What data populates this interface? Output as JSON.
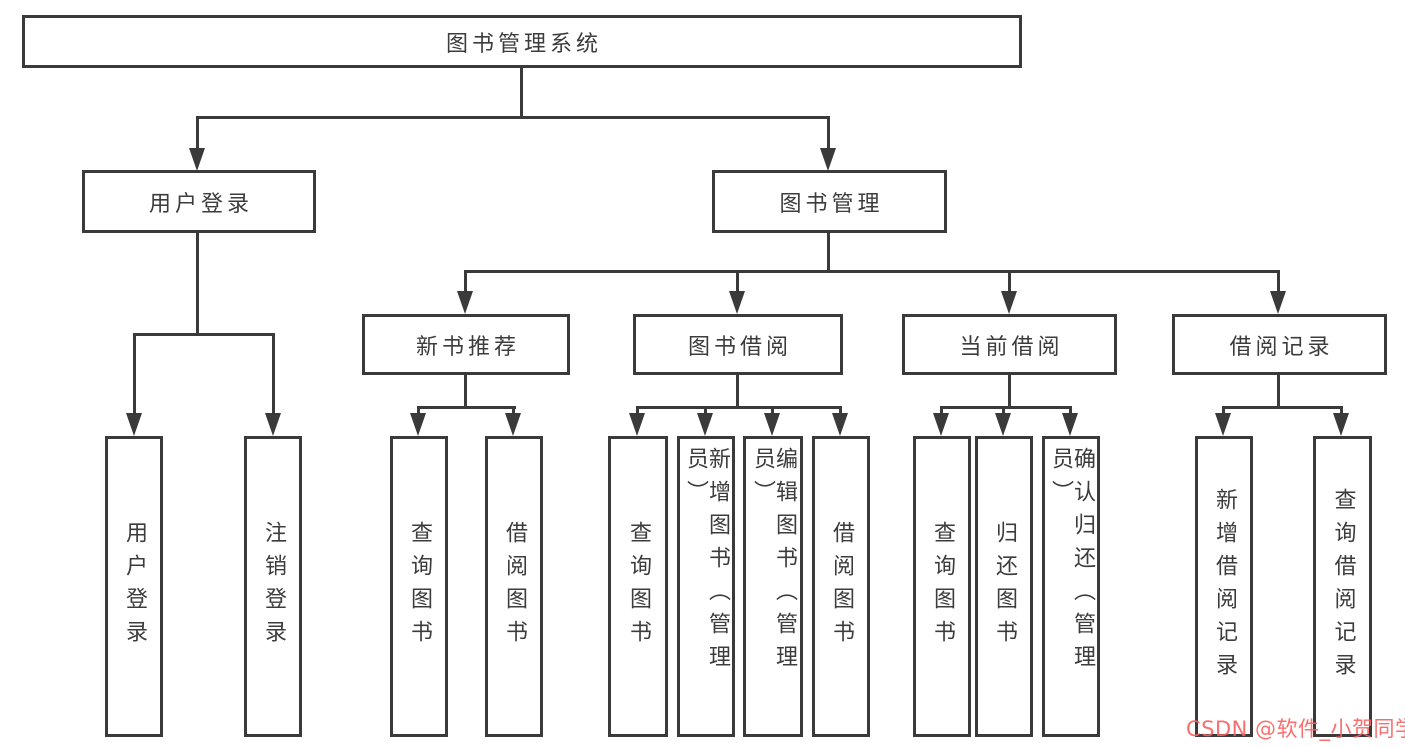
{
  "diagram": {
    "type": "tree",
    "root": {
      "label": "图书管理系统"
    },
    "level2": {
      "user_login": {
        "label": "用户登录"
      },
      "book_mgmt": {
        "label": "图书管理"
      }
    },
    "level3": {
      "new_book": {
        "label": "新书推荐"
      },
      "book_borrow": {
        "label": "图书借阅"
      },
      "current_borrow": {
        "label": "当前借阅"
      },
      "borrow_records": {
        "label": "借阅记录"
      }
    },
    "leaves": {
      "user_login_leaf": {
        "label": "用户登录"
      },
      "logout_leaf": {
        "label": "注销登录"
      },
      "nb_query": {
        "label": "查询图书"
      },
      "nb_borrow": {
        "label": "借阅图书"
      },
      "bb_query": {
        "label": "查询图书"
      },
      "bb_add": {
        "label": "新增图书（管理员）"
      },
      "bb_edit": {
        "label": "编辑图书（管理员）"
      },
      "bb_borrow": {
        "label": "借阅图书"
      },
      "cb_query": {
        "label": "查询图书"
      },
      "cb_return": {
        "label": "归还图书"
      },
      "cb_confirm": {
        "label": "确认归还（管理员）"
      },
      "br_add": {
        "label": "新增借阅记录"
      },
      "br_query": {
        "label": "查询借阅记录"
      }
    },
    "edges": [
      {
        "from": "图书管理系统",
        "to": [
          "用户登录",
          "图书管理"
        ]
      },
      {
        "from": "用户登录",
        "to": [
          "用户登录",
          "注销登录"
        ]
      },
      {
        "from": "图书管理",
        "to": [
          "新书推荐",
          "图书借阅",
          "当前借阅",
          "借阅记录"
        ]
      },
      {
        "from": "新书推荐",
        "to": [
          "查询图书",
          "借阅图书"
        ]
      },
      {
        "from": "图书借阅",
        "to": [
          "查询图书",
          "新增图书（管理员）",
          "编辑图书（管理员）",
          "借阅图书"
        ]
      },
      {
        "from": "当前借阅",
        "to": [
          "查询图书",
          "归还图书",
          "确认归还（管理员）"
        ]
      },
      {
        "from": "借阅记录",
        "to": [
          "新增借阅记录",
          "查询借阅记录"
        ]
      }
    ]
  },
  "watermark": {
    "text": "CSDN @软件_小贺同学",
    "color": "#fc5f5f"
  },
  "colors": {
    "line": "#3a3a3a",
    "text": "#3c3c3c",
    "background": "#ffffff"
  }
}
